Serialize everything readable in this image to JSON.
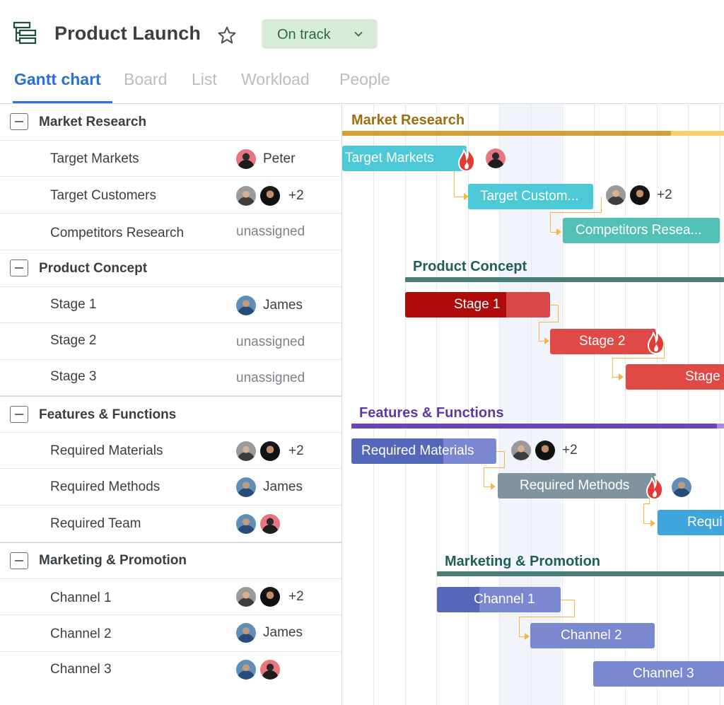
{
  "header": {
    "title": "Product Launch",
    "status": "On track",
    "icons": {
      "app": "gantt-tree-icon",
      "star": "star-outline-icon",
      "chevron": "chevron-down-icon"
    },
    "tabs": [
      "Gantt chart",
      "Board",
      "List",
      "Workload",
      "People"
    ],
    "active_tab": "Gantt chart"
  },
  "grid": {
    "groups": [
      {
        "name": "Market Research",
        "tasks": [
          {
            "name": "Target Markets",
            "assignee": "Peter"
          },
          {
            "name": "Target Customers",
            "extra": "+2"
          },
          {
            "name": "Competitors Research",
            "assignee": "unassigned"
          }
        ]
      },
      {
        "name": "Product Concept",
        "tasks": [
          {
            "name": "Stage 1",
            "assignee": "James"
          },
          {
            "name": "Stage 2",
            "assignee": "unassigned"
          },
          {
            "name": "Stage 3",
            "assignee": "unassigned"
          }
        ]
      },
      {
        "name": "Features & Functions",
        "tasks": [
          {
            "name": "Required Materials",
            "extra": "+2"
          },
          {
            "name": "Required Methods",
            "assignee": "James"
          },
          {
            "name": "Required Team"
          }
        ]
      },
      {
        "name": "Marketing & Promotion",
        "tasks": [
          {
            "name": "Channel 1",
            "extra": "+2"
          },
          {
            "name": "Channel 2",
            "assignee": "James"
          },
          {
            "name": "Channel 3"
          }
        ]
      }
    ]
  },
  "timeline": {
    "groups": [
      {
        "label": "Market Research",
        "color": "#9a6f10",
        "line_color": "#d4a035",
        "line_light": "#f6cf6a"
      },
      {
        "label": "Product Concept",
        "color": "#1f5f57",
        "line_color": "#4a7d76"
      },
      {
        "label": "Features & Functions",
        "color": "#5b3aa6",
        "line_color": "#6a44b8"
      },
      {
        "label": "Marketing & Promotion",
        "color": "#1f5f57",
        "line_color": "#4a7d76"
      }
    ],
    "bars": {
      "target_markets": {
        "label": "Target Markets",
        "color": "#4cc8d6"
      },
      "target_customers": {
        "label": "Target Custom...",
        "color": "#4cc8d6",
        "extra": "+2"
      },
      "competitors": {
        "label": "Competitors Resea...",
        "color": "#52c0b4"
      },
      "stage1": {
        "label": "Stage 1",
        "color": "#d94848",
        "progress_color": "#b00b0b"
      },
      "stage2": {
        "label": "Stage 2",
        "color": "#df4a46"
      },
      "stage3": {
        "label": "Stage",
        "color": "#df4a46"
      },
      "req_materials": {
        "label": "Required Materials",
        "color": "#7a88d0",
        "progress_color": "#5567b8",
        "extra": "+2"
      },
      "req_methods": {
        "label": "Required Methods",
        "color": "#7f949e"
      },
      "req_team": {
        "label": "Requi",
        "color": "#3ea5dd"
      },
      "channel1": {
        "label": "Channel 1",
        "color": "#7a88d0",
        "progress_color": "#5567b8"
      },
      "channel2": {
        "label": "Channel 2",
        "color": "#7a88d0"
      },
      "channel3": {
        "label": "Channel 3",
        "color": "#7a88d0"
      }
    }
  }
}
